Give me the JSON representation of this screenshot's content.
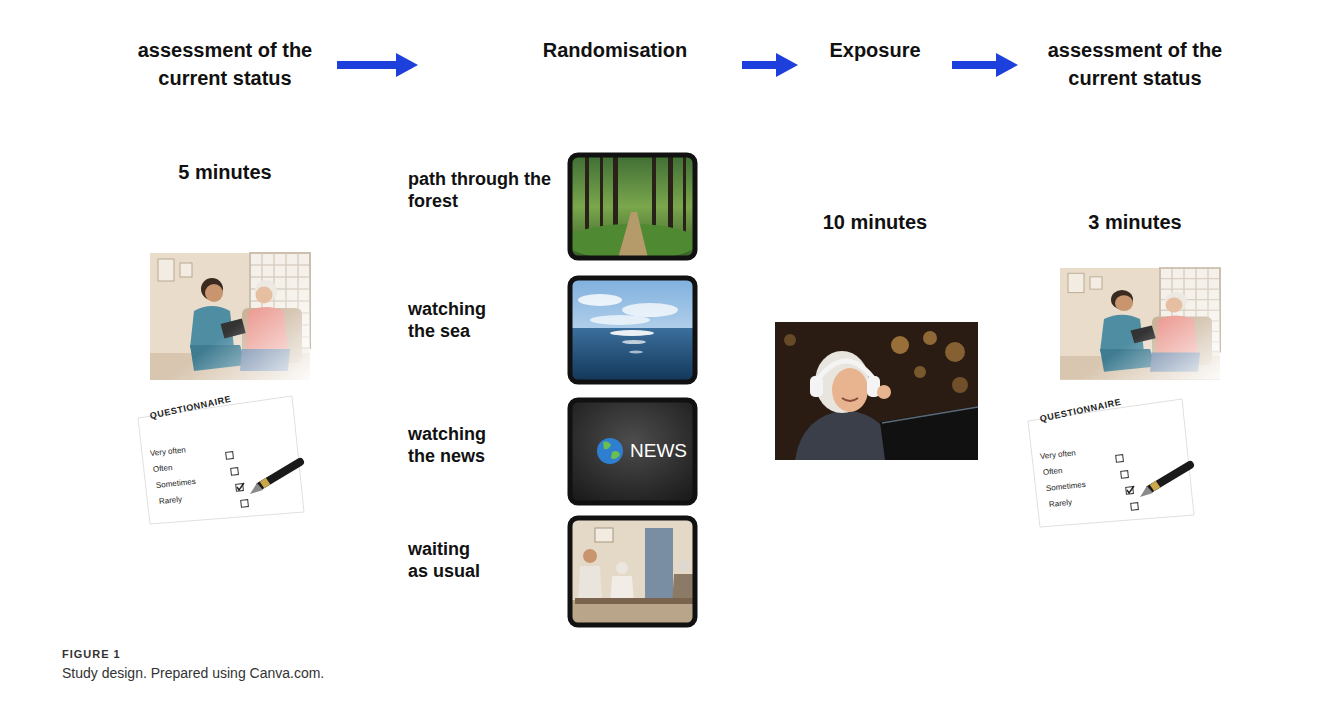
{
  "diagram": {
    "caption": "Study design. Prepared using Canva.com.",
    "nodes": [
      {
        "text": [
          "assessment of the current status",
          "5 minutes"
        ]
      },
      {
        "text": [
          "Randomisation"
        ]
      },
      {
        "text": [
          "Exposure",
          "10 minutes"
        ]
      },
      {
        "text": [
          "assessment of the current status",
          "3 minutes"
        ]
      }
    ],
    "edges": [
      {
        "from": 0,
        "to": 1,
        "arrow": "to"
      },
      {
        "from": 1,
        "to": 2,
        "arrow": "to"
      },
      {
        "from": 2,
        "to": 3,
        "arrow": "to"
      }
    ],
    "labels": [
      "path through the forest",
      "watching the sea",
      "watching the news",
      "waiting as usual",
      "QUESTIONNAIRE",
      "Very often",
      "Often",
      "Sometimes",
      "Rarely",
      "NEWS",
      "QUESTIONNAIRE",
      "Very often",
      "Often",
      "Sometimes",
      "Rarely",
      "FIGURE 1"
    ]
  }
}
